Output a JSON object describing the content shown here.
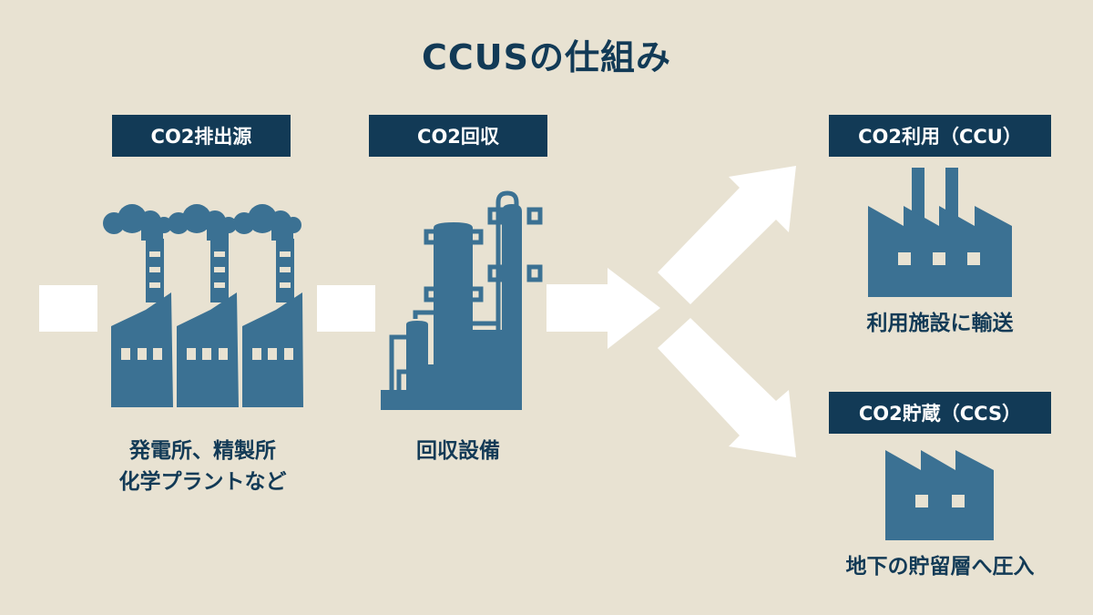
{
  "title": "CCUSの仕組み",
  "stages": {
    "source": {
      "label": "CO2排出源",
      "caption_line1": "発電所、精製所",
      "caption_line2": "化学プラントなど"
    },
    "capture": {
      "label": "CO2回収",
      "caption": "回収設備"
    },
    "utilization": {
      "label": "CO2利用（CCU）",
      "caption": "利用施設に輸送"
    },
    "storage": {
      "label": "CO2貯蔵（CCS）",
      "caption": "地下の貯留層へ圧入"
    }
  },
  "colors": {
    "background": "#e8e2d2",
    "navy": "#123a56",
    "icon_blue": "#3b7193",
    "arrow": "#ffffff"
  }
}
